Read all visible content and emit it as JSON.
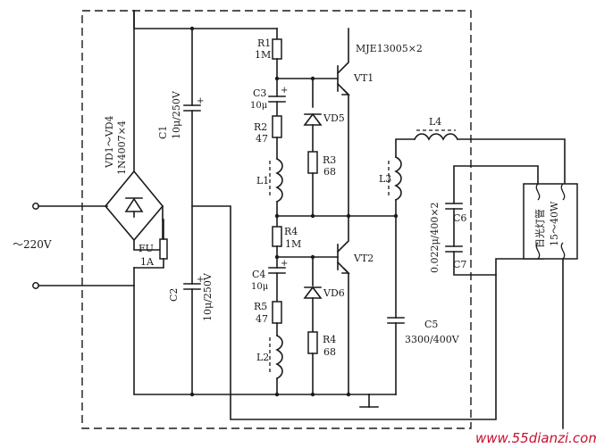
{
  "labels": {
    "r1": "R1",
    "r1_val": "1M",
    "transistor_type": "MJE13005×2",
    "vt1": "VT1",
    "c3": "C3",
    "c3_val": "10μ",
    "vd5": "VD5",
    "r2": "R2",
    "r2_val": "47",
    "r3": "R3",
    "r3_val": "68",
    "l1": "L1",
    "c1": "C1",
    "c1_val": "10μ/250V",
    "bridge": "VD1～VD4",
    "bridge_type": "1N4007×4",
    "l4": "L4",
    "l3": "L3",
    "c6": "C6",
    "c7": "C7",
    "c67_val": "0.022μ/400×2",
    "lamp": "日光灯管",
    "lamp_val": "15～40W",
    "ac_in": "～220V",
    "fu": "FU",
    "fu_val": "1A",
    "c2": "C2",
    "c2_val": "10μ/250V",
    "r4_top": "R4",
    "r4_top_val": "1M",
    "vt2": "VT2",
    "c4": "C4",
    "c4_val": "10μ",
    "vd6": "VD6",
    "r5": "R5",
    "r5_val": "47",
    "r4": "R4",
    "r4_val": "68",
    "l2": "L2",
    "c5": "C5",
    "c5_val": "3300/400V",
    "plus": "+",
    "watermark": "www.55dianzi.com"
  },
  "colors": {
    "ink": "#1a1a1a",
    "watermark": "#c8102e",
    "background": "#ffffff"
  }
}
